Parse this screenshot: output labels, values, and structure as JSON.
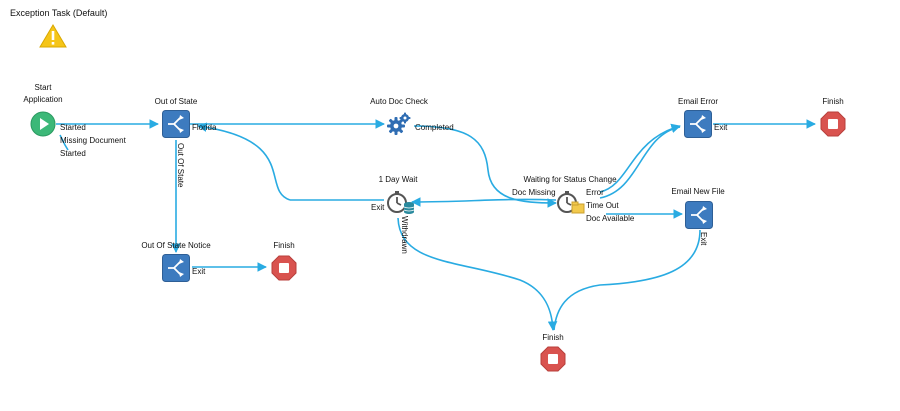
{
  "diagram": {
    "exception_task": "Exception Task (Default)",
    "nodes": {
      "start": {
        "title_line1": "Start",
        "title_line2": "Application"
      },
      "out_of_state": {
        "title": "Out of State"
      },
      "auto_doc_check": {
        "title": "Auto Doc Check"
      },
      "email_error": {
        "title": "Email Error"
      },
      "finish_top": {
        "title": "Finish"
      },
      "one_day_wait": {
        "title": "1 Day Wait"
      },
      "waiting_status": {
        "title": "Waiting for Status Change"
      },
      "email_new_file": {
        "title": "Email New File"
      },
      "out_of_state_notice": {
        "title": "Out Of State Notice"
      },
      "finish_left": {
        "title": "Finish"
      },
      "finish_bottom": {
        "title": "Finish"
      }
    },
    "edge_labels": {
      "started_1": "Started",
      "missing_document": "Missing Document",
      "started_2": "Started",
      "florida": "Florida",
      "out_of_state": "Out Of State",
      "completed": "Completed",
      "exit_email_error": "Exit",
      "doc_missing": "Doc Missing",
      "error": "Error",
      "time_out": "Time Out",
      "doc_available": "Doc Available",
      "exit_wait": "Exit",
      "withdrawn": "Withdrawn",
      "exit_email_new": "Exit",
      "exit_notice": "Exit"
    },
    "colors": {
      "edge": "#29abe2",
      "task_box": "#3d7bbf",
      "start": "#3cb878",
      "finish": "#d9534f",
      "warning": "#f5c518",
      "gear": "#2f6db3"
    },
    "icons": {
      "warning": "warning-triangle-icon",
      "start": "play-circle-icon",
      "task": "branch-arrows-icon",
      "gear": "gear-icon",
      "timer": "stopwatch-icon",
      "finish": "stop-octagon-icon"
    }
  }
}
